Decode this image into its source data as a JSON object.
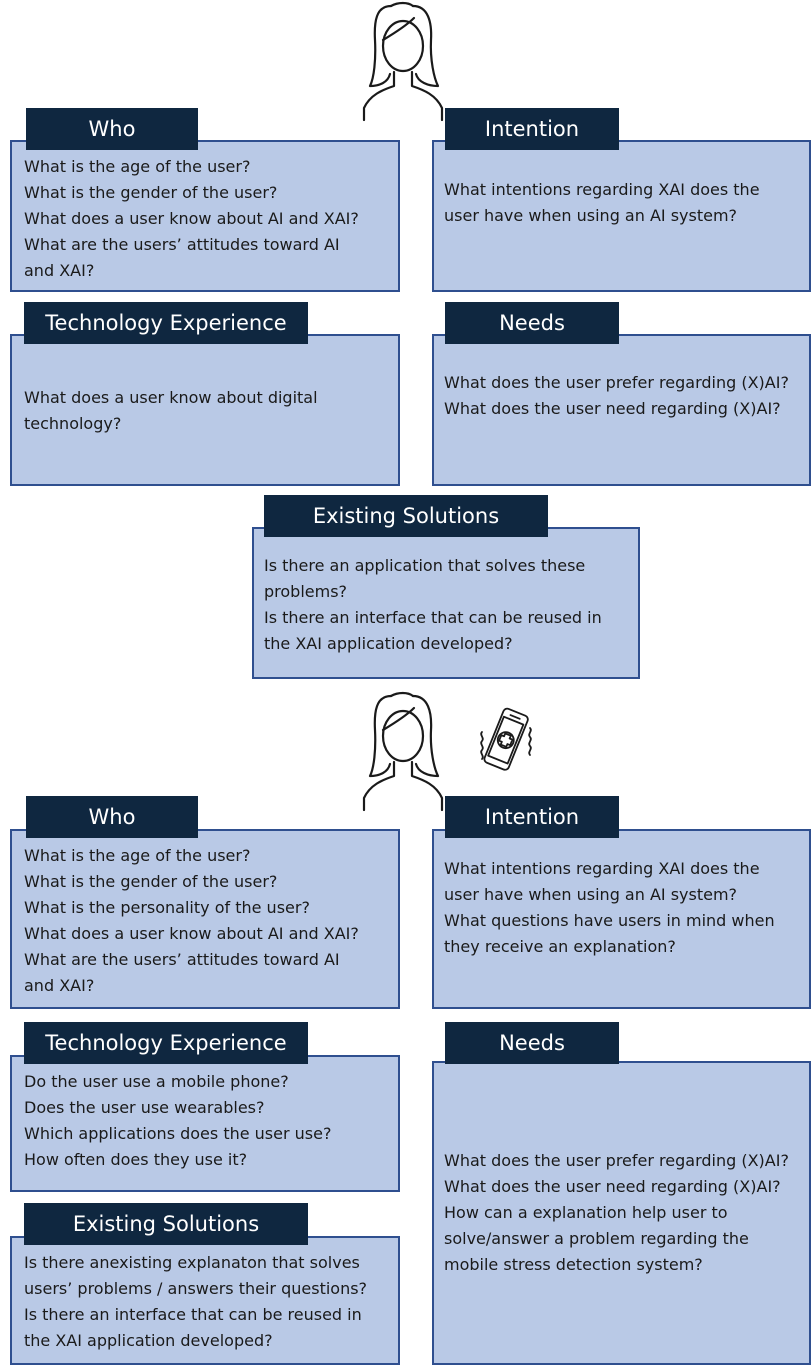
{
  "top": {
    "who": {
      "title": "Who",
      "lines": [
        "What is the age of the user?",
        "What is the gender of the user?",
        "What does a user know about AI and XAI?",
        "What are the users’ attitudes toward AI",
        "and XAI?"
      ]
    },
    "intention": {
      "title": "Intention",
      "lines": [
        "What intentions regarding XAI does the",
        "user have when using an AI system?"
      ]
    },
    "tech": {
      "title": "Technology Experience",
      "lines": [
        "What does a user know about digital",
        "technology?"
      ]
    },
    "needs": {
      "title": "Needs",
      "lines": [
        "What does the user prefer regarding (X)AI?",
        "What does the user need regarding (X)AI?"
      ]
    },
    "existing": {
      "title": "Existing Solutions",
      "lines": [
        "Is there an application that solves these",
        "problems?",
        "Is there an interface that can be reused in",
        "the XAI application developed?"
      ]
    }
  },
  "bottom": {
    "who": {
      "title": "Who",
      "lines": [
        "What is the age of the user?",
        "What is the gender of the user?",
        "What is the personality of the user?",
        "What does a user know about AI and XAI?",
        "What are the users’ attitudes toward AI",
        "and XAI?"
      ]
    },
    "intention": {
      "title": "Intention",
      "lines": [
        "What intentions regarding XAI does the",
        "user have when using an AI system?",
        "What questions have users in mind when",
        "they receive an explanation?"
      ]
    },
    "tech": {
      "title": "Technology Experience",
      "lines": [
        "Do the user use a mobile phone?",
        "Does the user use wearables?",
        "Which applications does the user use?",
        "How often does they use it?"
      ]
    },
    "needs": {
      "title": "Needs",
      "lines": [
        "What does the user prefer regarding (X)AI?",
        "What does the user need regarding (X)AI?",
        "How can a explanation help user to",
        "solve/answer a problem regarding the",
        "mobile stress detection system?"
      ]
    },
    "existing": {
      "title": "Existing Solutions",
      "lines": [
        "Is there anexisting explanaton that solves",
        "users’ problems / answers their questions?",
        "Is there an interface that can be reused in",
        "the XAI application developed?"
      ]
    }
  },
  "icons": {
    "top": "person-icon",
    "bottom_person": "person-icon",
    "bottom_phone": "vibrating-phone-icon"
  },
  "colors": {
    "header_bg": "#0f2740",
    "box_bg": "#b9c9e6",
    "box_border": "#2f4f8f"
  }
}
